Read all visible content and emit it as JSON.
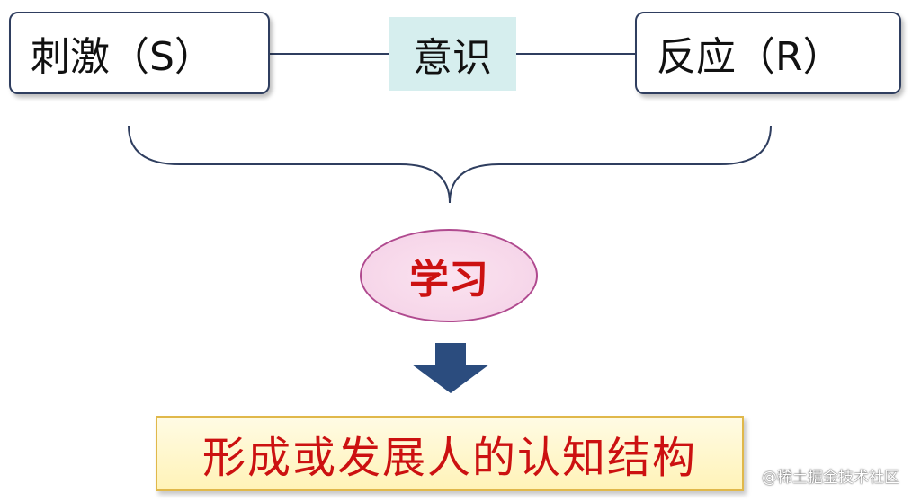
{
  "diagram": {
    "stimulus_label": "刺激（S）",
    "consciousness_label": "意识",
    "response_label": "反应（R）",
    "learning_label": "学习",
    "result_label": "形成或发展人的认知结构"
  },
  "watermark": {
    "text": "@稀土掘金技术社区"
  },
  "colors": {
    "box_border": "#2f3e5f",
    "consciousness_fill": "#d6eeee",
    "ellipse_border": "#b04a8f",
    "ellipse_fill": "#f4d0e6",
    "learning_text": "#cc1111",
    "arrow_fill": "#2b4c7e",
    "result_border": "#e0b84a",
    "result_fill": "#fff3b8",
    "result_text": "#cc1111"
  }
}
